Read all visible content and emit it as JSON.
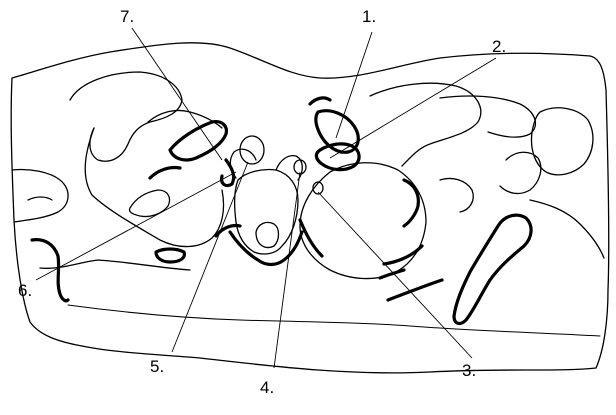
{
  "figure": {
    "labels": [
      {
        "id": "1",
        "text": "1."
      },
      {
        "id": "2",
        "text": "2."
      },
      {
        "id": "3",
        "text": "3."
      },
      {
        "id": "4",
        "text": "4."
      },
      {
        "id": "5",
        "text": "5."
      },
      {
        "id": "6",
        "text": "6."
      },
      {
        "id": "7",
        "text": "7."
      }
    ]
  }
}
